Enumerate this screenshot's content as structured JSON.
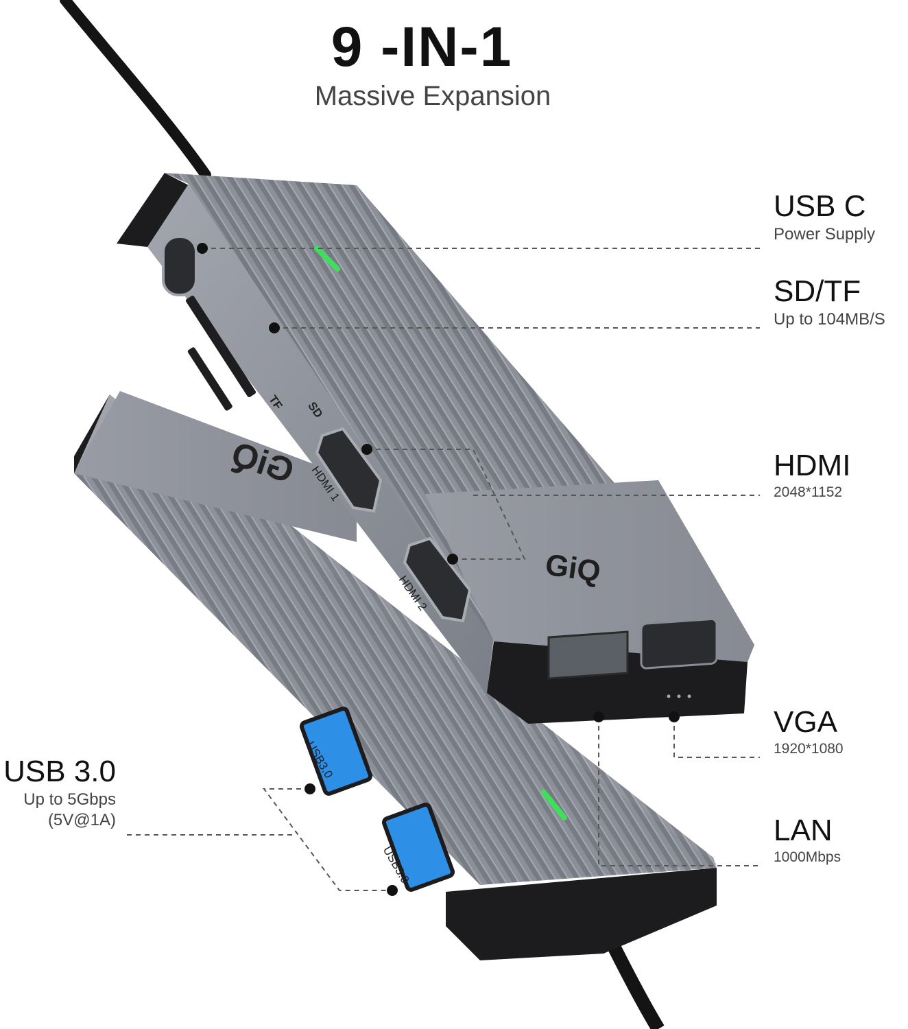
{
  "header": {
    "title": "9 -IN-1",
    "subtitle": "Massive Expansion"
  },
  "brand": {
    "logo_text": "GiQ"
  },
  "port_labels": {
    "tf": "TF",
    "sd": "SD",
    "hdmi1": "HDMI 1",
    "hdmi2": "HDMI 2",
    "usb_a1": "USB3.0",
    "usb_a2": "USB3.0"
  },
  "callouts": {
    "usbc": {
      "title": "USB C",
      "detail": "Power Supply"
    },
    "sdtf": {
      "title": "SD/TF",
      "detail": "Up to 104MB/S"
    },
    "hdmi": {
      "title": "HDMI",
      "detail": "2048*1152"
    },
    "vga": {
      "title": "VGA",
      "detail": "1920*1080"
    },
    "lan": {
      "title": "LAN",
      "detail": "1000Mbps"
    },
    "usb3": {
      "title": "USB 3.0",
      "detail": "Up to 5Gbps",
      "detail2": "(5V@1A)"
    }
  },
  "colors": {
    "body": "#8f939c",
    "body_dark": "#6c7079",
    "rubber": "#1c1c1e",
    "usb_blue": "#2e8fe6",
    "led_green": "#3de05a",
    "leader": "#555555"
  }
}
